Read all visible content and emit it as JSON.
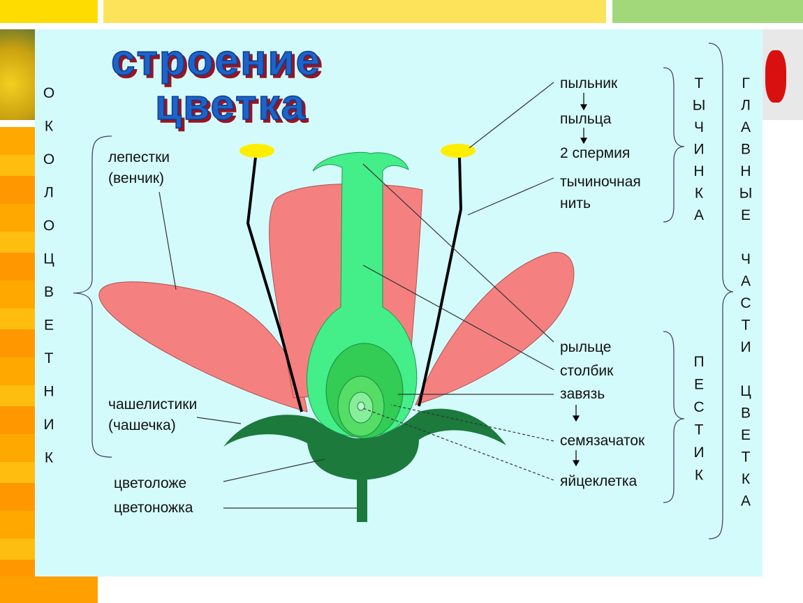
{
  "title": {
    "line1": "строение",
    "line2": "цветка"
  },
  "labels": {
    "petals": "лепестки",
    "corolla": "(венчик)",
    "sepals": "чашелистики",
    "calyx": "(чашечка)",
    "receptacle": "цветоложе",
    "peduncle": "цветоножка",
    "anther": "пыльник",
    "pollen": "пыльца",
    "sperm": "2 спермия",
    "filament1": "тычиночная",
    "filament2": "нить",
    "stigma": "рыльце",
    "style": "столбик",
    "ovary": "завязь",
    "ovule": "семязачаток",
    "egg": "яйцеклетка"
  },
  "vertical": {
    "perianth": [
      "О",
      "К",
      "О",
      "Л",
      "О",
      "Ц",
      "В",
      "Е",
      "Т",
      "Н",
      "И",
      "К"
    ],
    "stamen": [
      "Т",
      "Ы",
      "Ч",
      "И",
      "Н",
      "К",
      "А"
    ],
    "pistil": [
      "П",
      "Е",
      "С",
      "Т",
      "И",
      "К"
    ],
    "main_parts": [
      "Г",
      "Л",
      "А",
      "В",
      "Н",
      "Ы",
      "Е",
      "",
      "Ч",
      "А",
      "С",
      "Т",
      "И",
      "",
      "Ц",
      "В",
      "Е",
      "Т",
      "К",
      "А"
    ]
  },
  "colors": {
    "petal": "#f58080",
    "pistil": "#44ee88",
    "receptacle": "#1b7a3c",
    "anther": "#ffee00",
    "panel": "#d4fbfb"
  }
}
